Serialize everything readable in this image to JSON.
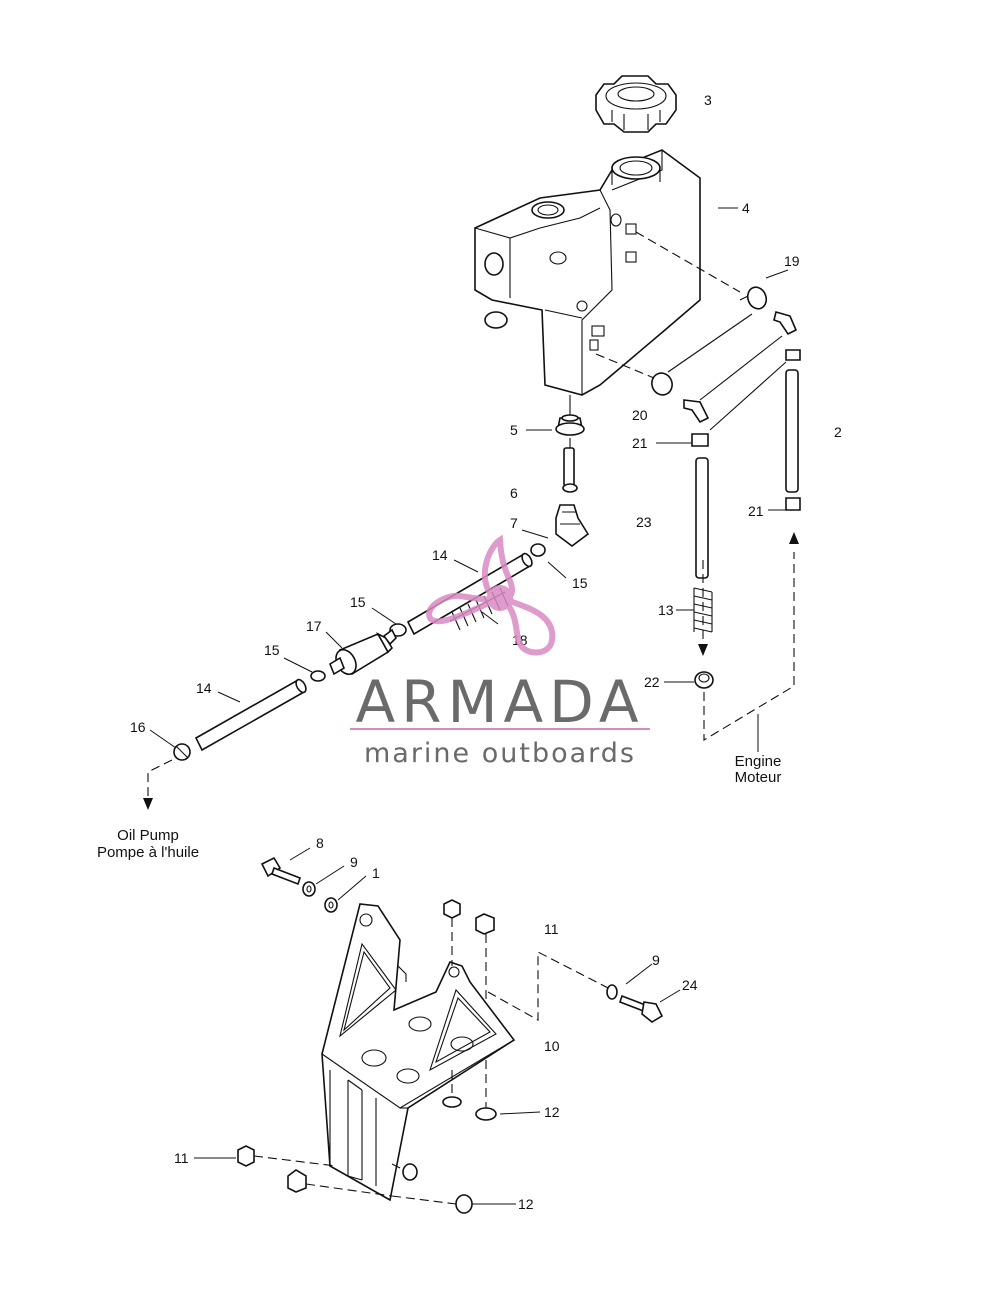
{
  "callouts": {
    "c1": "1",
    "c2": "2",
    "c3": "3",
    "c4": "4",
    "c5": "5",
    "c6": "6",
    "c7": "7",
    "c8": "8",
    "c9a": "9",
    "c9b": "9",
    "c10": "10",
    "c11a": "11",
    "c11b": "11",
    "c12a": "12",
    "c12b": "12",
    "c13": "13",
    "c14a": "14",
    "c14b": "14",
    "c15a": "15",
    "c15b": "15",
    "c15c": "15",
    "c16": "16",
    "c17": "17",
    "c18": "18",
    "c19": "19",
    "c20": "20",
    "c21a": "21",
    "c21b": "21",
    "c22": "22",
    "c23": "23",
    "c24": "24"
  },
  "destinations": {
    "engine_en": "Engine",
    "engine_fr": "Moteur",
    "oil_pump_en": "Oil Pump",
    "oil_pump_fr": "Pompe à l'huile"
  },
  "watermark": {
    "brand": "ARMADA",
    "tagline": "marine outboards",
    "icon": "propeller-logo-icon"
  },
  "colors": {
    "line": "#111111",
    "watermark_text": "#6a6a6a",
    "watermark_logo": "#d98ac4"
  }
}
